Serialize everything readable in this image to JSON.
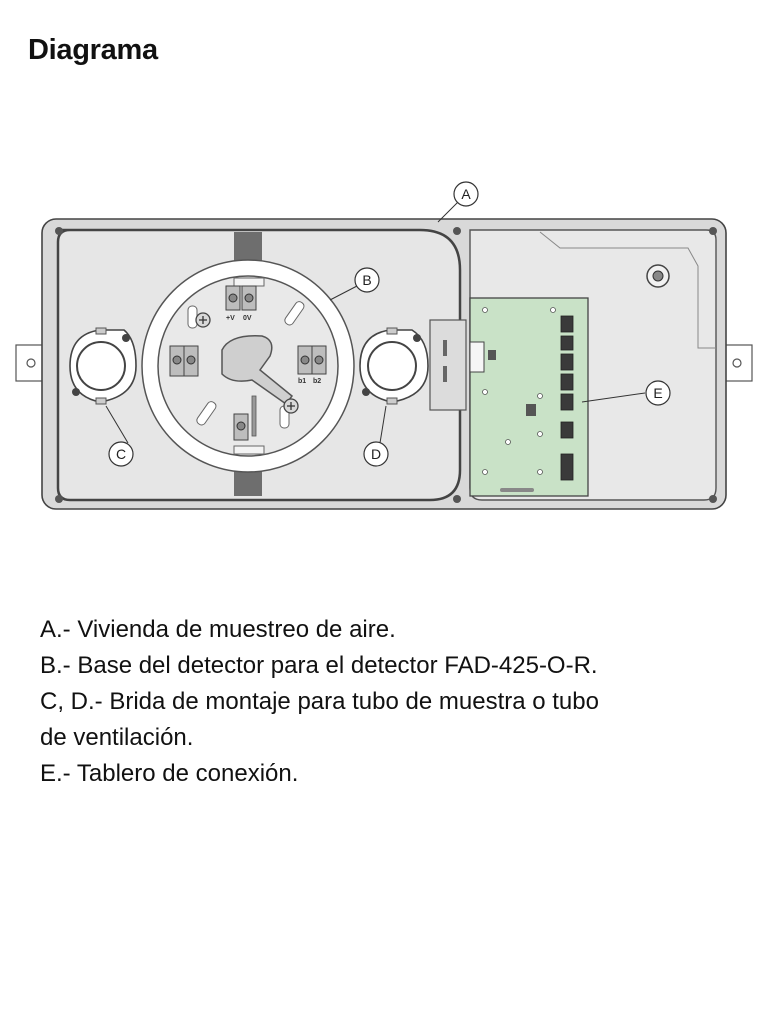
{
  "page": {
    "title": "Diagrama"
  },
  "diagram": {
    "callouts": [
      "A",
      "B",
      "C",
      "D",
      "E"
    ],
    "terminal_labels": {
      "pos_v": "+V",
      "zero_v": "0V",
      "b1": "b1",
      "b2": "b2"
    }
  },
  "legend": {
    "items": [
      "A.- Vivienda de muestreo de aire.",
      "B.- Base del detector para el detector FAD-425-O-R.",
      "C, D.- Brida de montaje para tubo de muestra o tubo",
      "de ventilación.",
      "E.- Tablero de conexión."
    ]
  },
  "colors": {
    "housing_fill": "#e6e6e6",
    "housing_stroke": "#444444",
    "pcb_green": "#c9e2c7",
    "base_ring": "#ffffff",
    "rail_gray": "#7a7a7a"
  }
}
